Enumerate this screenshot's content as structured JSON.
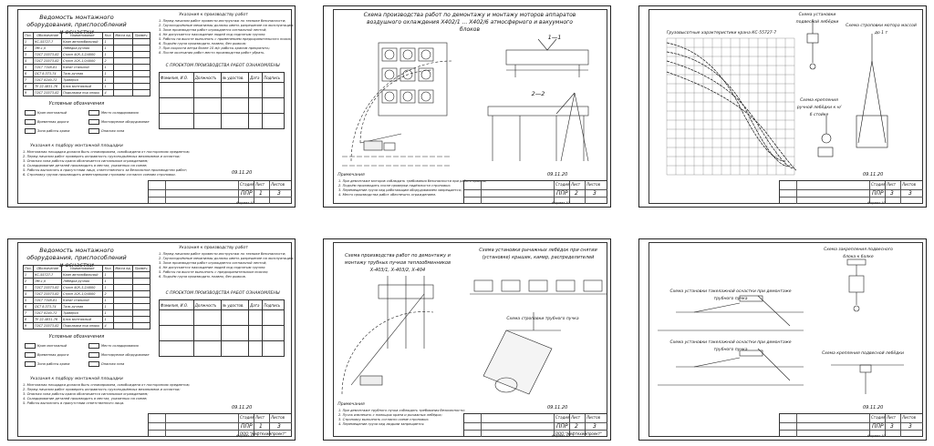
{
  "sheets": [
    {
      "title": "Ведомость монтажного оборудования, приспособлений и оснастки",
      "notes_title": "Указания к производству работ",
      "section_title": "С ПРОЕКТОМ ПРОИЗВОДСТВА РАБОТ ОЗНАКОМЛЕНЫ",
      "sign_headers": [
        "Фамилия, И.О.",
        "Должность",
        "№ удостов.",
        "Дата",
        "Подпись"
      ],
      "legend_title": "Условные обозначения",
      "general_title": "Указания к подбору монтажной площадки",
      "table_headers": [
        "Поз.",
        "Обозначение",
        "Наименование",
        "Кол.",
        "Масса ед.",
        "Примеч."
      ],
      "table_rows": [
        [
          "1",
          "КС-55727-7",
          "Кран автомобильный",
          "1",
          "",
          ""
        ],
        [
          "2",
          "ЛМ-1,0",
          "Лебёдка ручная",
          "1",
          "",
          ""
        ],
        [
          "3",
          "ГОСТ 25573-82",
          "Строп 4СК-3,2/4000",
          "1",
          "",
          ""
        ],
        [
          "4",
          "ГОСТ 25573-82",
          "Строп 1СК-1,0/4000",
          "2",
          "",
          ""
        ],
        [
          "5",
          "ГОСТ 7348-81",
          "Канат стальной",
          "1",
          "",
          ""
        ],
        [
          "6",
          "ОСТ 8.373-74",
          "Таль ручная",
          "1",
          "",
          ""
        ],
        [
          "7",
          "ГОСТ 8240-72",
          "Траверса",
          "1",
          "",
          ""
        ],
        [
          "8",
          "ТУ 22-4831-76",
          "Блок монтажный",
          "1",
          "",
          ""
        ],
        [
          "9",
          "ГОСТ 25573-82",
          "Подкладки под опоры",
          "4",
          "",
          ""
        ]
      ],
      "legend": [
        "Кран монтажный",
        "Место складирования",
        "Временная дорога",
        "Монтируемое оборудование",
        "Зона работы крана",
        "Опасная зона"
      ],
      "date": "09.11.20"
    },
    {
      "title": "Схема производства работ по демонтажу и монтажу моторов аппаратов воздушного охлаждения Х402/1 ... Х402/6 атмосферного и вакуумного блоков",
      "section_1": "1—1",
      "section_2": "2—2",
      "notes_title": "Примечания",
      "date": "09.11.20"
    },
    {
      "title_chart": "Грузовысотные характеристики крана КС-55727-7",
      "title_hook": "Схема установки подвесной лебёдки",
      "title_sling": "Схема строповки мотора массой до 1 т",
      "title_hoist": "Схема крепления ручной лебёдки к н/б стойке",
      "date": "09.11.20"
    },
    {
      "title": "Ведомость монтажного оборудования, приспособлений и оснастки",
      "notes_title": "Указания к производству работ",
      "section_title": "С ПРОЕКТОМ ПРОИЗВОДСТВА РАБОТ ОЗНАКОМЛЕНЫ",
      "legend_title": "Условные обозначения",
      "general_title": "Указания к подбору монтажной площадки",
      "date": "09.11.20"
    },
    {
      "title_left": "Схема производства работ по демонтажу и монтажу трубных пучков теплообменников Х-403/1, Х-403/2, Х-404",
      "title_right": "Схема установки рычажных лебёдок при снятии (установке) крышек, камер, распределителей",
      "title_sling": "Схема строповки трубного пучка",
      "notes_title": "Примечания",
      "date": "09.11.20"
    },
    {
      "title_top": "Схема закрепления подвесного блока к балке",
      "title_mid": "Схема установки такелажной оснастки при демонтаже трубного пучка",
      "title_bot_left": "Схема установки такелажной оснастки при демонтаже трубного пучка",
      "title_bot_right": "Схема крепления подвесной лебёдки",
      "date": "09.11.20"
    }
  ],
  "stamp": {
    "stage_label": "Стадия",
    "sheet_label": "Лист",
    "sheets_label": "Листов",
    "stage": "ППР",
    "org": "ООО \"Нефтехимпроект\""
  },
  "sheet_numbers": [
    "1",
    "2",
    "3",
    "1",
    "2",
    "3"
  ],
  "footer_mark": "Формат А3"
}
